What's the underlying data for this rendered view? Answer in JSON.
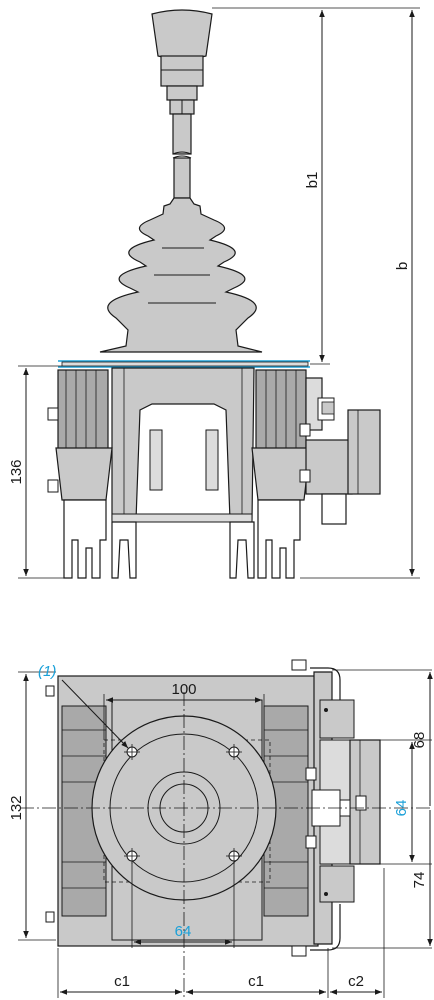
{
  "colors": {
    "body_fill": "#c9c9c9",
    "body_light": "#dcdcdc",
    "body_dark": "#a9a9a9",
    "line": "#1a1a1a",
    "accent": "#1aa0d8"
  },
  "side_view": {
    "dim_b1": "b1",
    "dim_b": "b",
    "dim_136": "136"
  },
  "top_view": {
    "note": "(1)",
    "dim_100": "100",
    "dim_132": "132",
    "dim_64_bottom": "64",
    "dim_64_right": "64",
    "dim_68": "68",
    "dim_74": "74",
    "dim_c1_left": "c1",
    "dim_c1_right": "c1",
    "dim_c2": "c2"
  }
}
